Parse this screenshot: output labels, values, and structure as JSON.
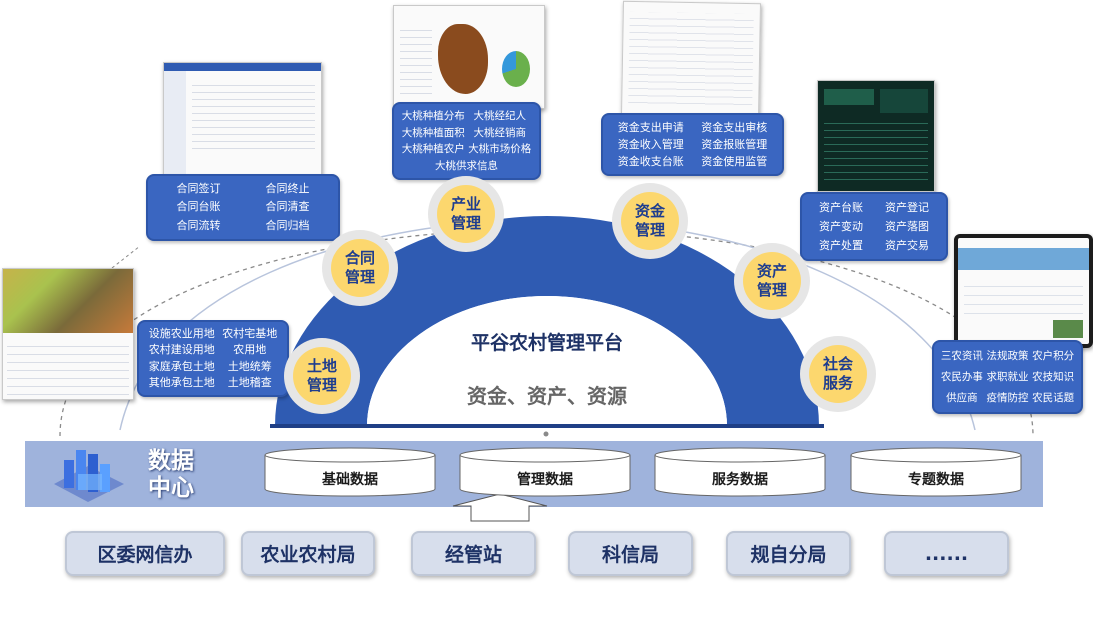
{
  "platform": {
    "title": "平谷农村管理平台",
    "subtitle": "资金、资产、资源"
  },
  "modules": [
    {
      "label": "土地\n管理"
    },
    {
      "label": "合同\n管理"
    },
    {
      "label": "产业\n管理"
    },
    {
      "label": "资金\n管理"
    },
    {
      "label": "资产\n管理"
    },
    {
      "label": "社会\n服务"
    }
  ],
  "feature_boxes": {
    "land": [
      "设施农业用地",
      "农村宅基地",
      "农村建设用地",
      "农用地",
      "家庭承包土地",
      "土地统筹",
      "其他承包土地",
      "土地稽查"
    ],
    "contract": [
      "合同签订",
      "合同终止",
      "合同台账",
      "合同清查",
      "合同流转",
      "合同归档"
    ],
    "industry": [
      "大桃种植分布",
      "大桃经纪人",
      "大桃种植面积",
      "大桃经销商",
      "大桃种植农户",
      "大桃市场价格",
      "大桃供求信息"
    ],
    "fund": [
      "资金支出申请",
      "资金支出审核",
      "资金收入管理",
      "资金报账管理",
      "资金收支台账",
      "资金使用监管"
    ],
    "asset": [
      "资产台账",
      "资产登记",
      "资产变动",
      "资产落图",
      "资产处置",
      "资产交易"
    ],
    "social": [
      "三农资讯",
      "法规政策",
      "农户积分",
      "农民办事",
      "求职就业",
      "农技知识",
      "供应商",
      "疫情防控",
      "农民话题"
    ]
  },
  "data_center": {
    "title": "数据\n中心",
    "stores": [
      "基础数据",
      "管理数据",
      "服务数据",
      "专题数据"
    ]
  },
  "departments": [
    "区委网信办",
    "农业农村局",
    "经管站",
    "科信局",
    "规自分局",
    "......"
  ],
  "colors": {
    "arch": "#2f5bb2",
    "box": "#3a66c1",
    "node": "#fcd76e",
    "band": "#9fb3dc",
    "dept": "#d7deec"
  }
}
